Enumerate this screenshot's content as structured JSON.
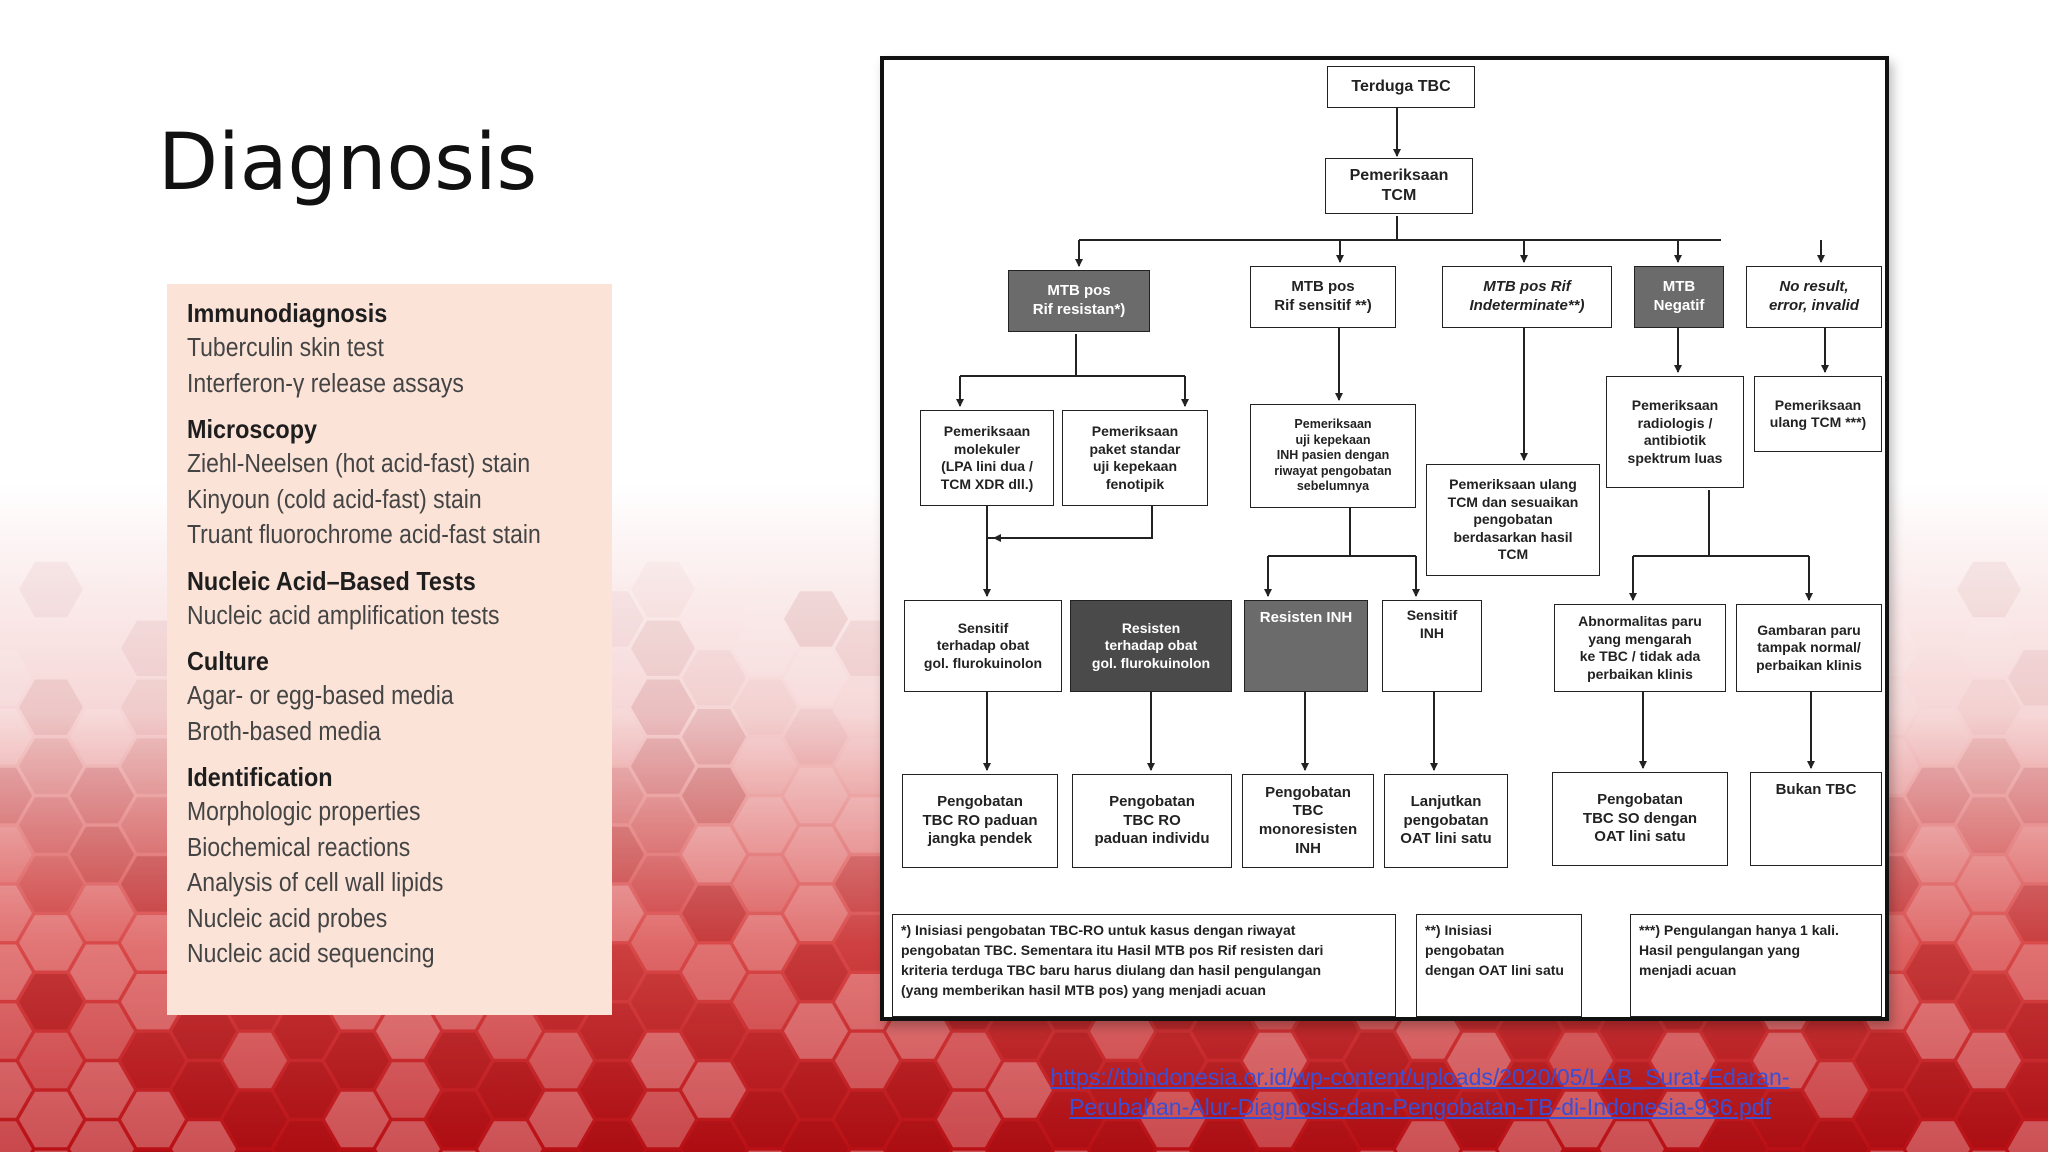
{
  "slide": {
    "title": "Diagnosis",
    "source_link_line1": "https://tbindonesia.or.id/wp-content/uploads/2020/05/LAB_Surat-Edaran-",
    "source_link_line2": "Perubahan-Alur-Diagnosis-dan-Pengobatan-TB-di-Indonesia-936.pdf"
  },
  "panel": {
    "sections": [
      {
        "heading": "Immunodiagnosis",
        "items": [
          "Tuberculin skin test",
          "Interferon-γ release assays"
        ]
      },
      {
        "heading": "Microscopy",
        "items": [
          "Ziehl-Neelsen (hot acid-fast) stain",
          "Kinyoun (cold acid-fast) stain",
          "Truant fluorochrome acid-fast stain"
        ]
      },
      {
        "heading": "Nucleic Acid–Based Tests",
        "items": [
          "Nucleic acid amplification tests"
        ]
      },
      {
        "heading": "Culture",
        "items": [
          "Agar- or egg-based media",
          "Broth-based media"
        ]
      },
      {
        "heading": "Identification",
        "items": [
          "Morphologic properties",
          "Biochemical reactions",
          "Analysis of cell wall lipids",
          "Nucleic acid probes",
          "Nucleic acid sequencing"
        ]
      }
    ]
  },
  "flowchart": {
    "terduga": "Terduga TBC",
    "tcm": "Pemeriksaan\nTCM",
    "mtb_resistan": "MTB pos\nRif resistan*)",
    "mtb_sensitif": "MTB pos\nRif sensitif **)",
    "mtb_indeterminate": "MTB pos Rif\nIndeterminate**)",
    "mtb_negatif": "MTB\nNegatif",
    "no_result": "No result,\nerror, invalid",
    "molekuler": "Pemeriksaan\nmolekuler\n(LPA lini dua /\nTCM XDR dll.)",
    "paket": "Pemeriksaan\npaket standar\nuji kepekaan\nfenotipik",
    "uji_inh": "Pemeriksaan\nuji kepekaan\nINH pasien dengan\nriwayat pengobatan\nsebelumnya",
    "ulang_tcm_indeterminate": "Pemeriksaan ulang\nTCM dan sesuaikan\npengobatan\nberdasarkan hasil\nTCM",
    "radiologis": "Pemeriksaan\nradiologis /\nantibiotik\nspektrum luas",
    "ulang_tcm": "Pemeriksaan\nulang TCM ***)",
    "sensitif_fq": "Sensitif\nterhadap obat\ngol. flurokuinolon",
    "resisten_fq": "Resisten\nterhadap obat\ngol. flurokuinolon",
    "resisten_inh": "Resisten INH",
    "sensitif_inh": "Sensitif\nINH",
    "abnormalitas": "Abnormalitas paru\nyang mengarah\nke TBC / tidak ada\nperbaikan klinis",
    "gambaran_normal": "Gambaran paru\ntampak normal/\nperbaikan klinis",
    "peng_ro_pendek": "Pengobatan\nTBC RO paduan\njangka pendek",
    "peng_ro_individu": "Pengobatan\nTBC RO\npaduan individu",
    "peng_mono": "Pengobatan\nTBC\nmonoresisten\nINH",
    "lanjutkan": "Lanjutkan\npengobatan\nOAT lini satu",
    "peng_so": "Pengobatan\nTBC SO dengan\nOAT lini satu",
    "bukan_tbc": "Bukan TBC",
    "note1": "*)  Inisiasi pengobatan TBC-RO untuk kasus dengan riwayat\npengobatan TBC. Sementara itu Hasil MTB pos Rif resisten dari\nkriteria terduga TBC baru harus diulang dan hasil pengulangan\n(yang memberikan hasil MTB pos) yang menjadi acuan",
    "note2": "**) Inisiasi pengobatan\ndengan OAT lini satu",
    "note3": "***) Pengulangan hanya 1 kali.\nHasil pengulangan yang\nmenjadi acuan"
  }
}
